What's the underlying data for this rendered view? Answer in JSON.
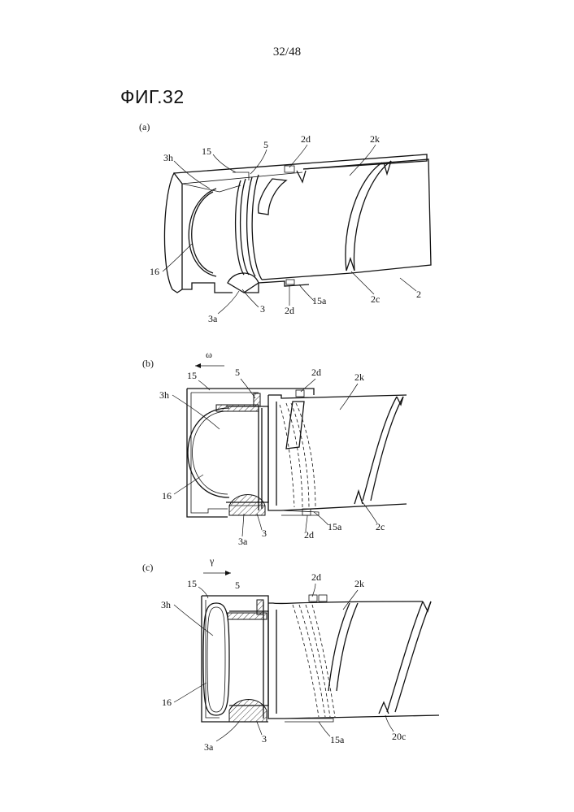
{
  "page_number": "32/48",
  "figure_title": "ФИГ.32",
  "panels": [
    {
      "id": "a",
      "label": "(a)",
      "direction_symbol": "",
      "callouts": [
        "3h",
        "15",
        "5",
        "2d",
        "2k",
        "16",
        "3a",
        "3",
        "2d",
        "15a",
        "2c",
        "2"
      ]
    },
    {
      "id": "b",
      "label": "(b)",
      "direction_symbol": "ω",
      "callouts": [
        "15",
        "5",
        "2d",
        "2k",
        "3h",
        "16",
        "3a",
        "3",
        "2d",
        "15a",
        "2c"
      ]
    },
    {
      "id": "c",
      "label": "(c)",
      "direction_symbol": "γ",
      "callouts": [
        "15",
        "5",
        "2d",
        "2k",
        "3h",
        "16",
        "3a",
        "3",
        "15a",
        "20c"
      ]
    }
  ]
}
